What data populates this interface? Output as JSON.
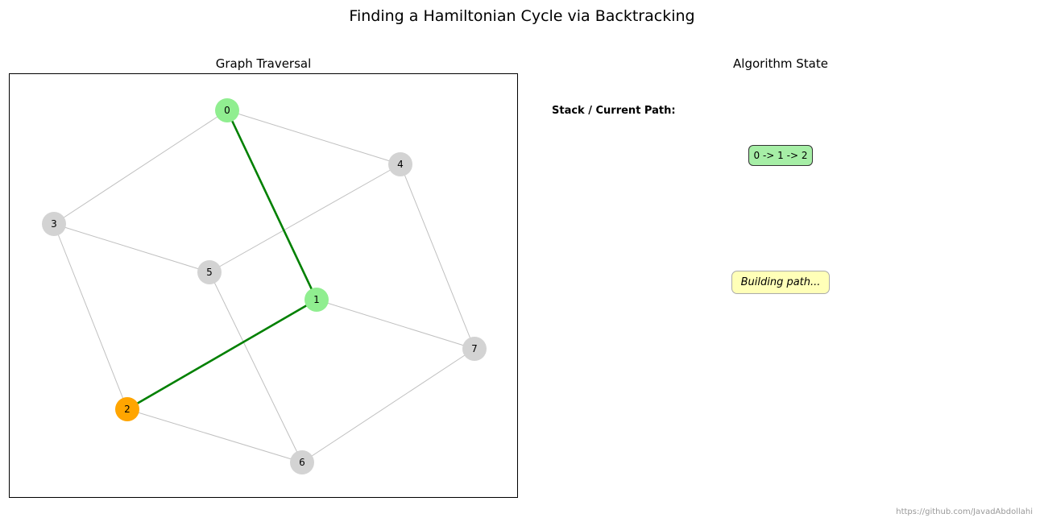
{
  "figure_title": "Finding a Hamiltonian Cycle via Backtracking",
  "graph_panel": {
    "title": "Graph Traversal"
  },
  "state_panel": {
    "title": "Algorithm State",
    "stack_label": "Stack / Current Path:",
    "current_path": "0 -> 1 -> 2",
    "status": "Building path..."
  },
  "credit": "https://github.com/JavadAbdollahi",
  "colors": {
    "visited": "#90ee90",
    "current": "#ffa500",
    "unvisited": "#d3d3d3",
    "path_edge": "#008000",
    "edge": "#c0c0c0"
  },
  "graph": {
    "nodes": [
      {
        "id": "0",
        "state": "visited"
      },
      {
        "id": "1",
        "state": "visited"
      },
      {
        "id": "2",
        "state": "current"
      },
      {
        "id": "3",
        "state": "unvisited"
      },
      {
        "id": "4",
        "state": "unvisited"
      },
      {
        "id": "5",
        "state": "unvisited"
      },
      {
        "id": "6",
        "state": "unvisited"
      },
      {
        "id": "7",
        "state": "unvisited"
      }
    ],
    "edges": [
      [
        "0",
        "1"
      ],
      [
        "0",
        "3"
      ],
      [
        "0",
        "4"
      ],
      [
        "1",
        "2"
      ],
      [
        "1",
        "7"
      ],
      [
        "2",
        "3"
      ],
      [
        "2",
        "6"
      ],
      [
        "3",
        "5"
      ],
      [
        "4",
        "5"
      ],
      [
        "4",
        "7"
      ],
      [
        "5",
        "6"
      ],
      [
        "6",
        "7"
      ]
    ],
    "path_edges": [
      [
        "0",
        "1"
      ],
      [
        "1",
        "2"
      ]
    ]
  }
}
